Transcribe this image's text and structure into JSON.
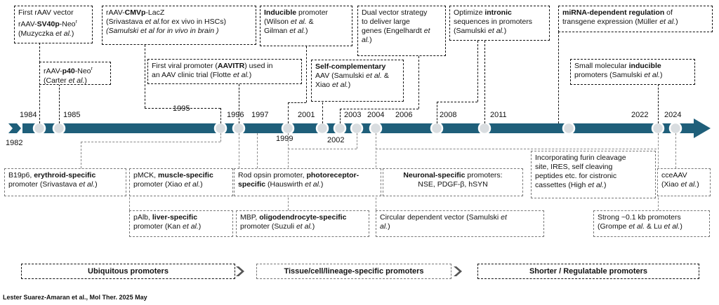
{
  "timeline": {
    "colors": {
      "bar": "#1f5f7a",
      "node_fill": "#d9dde0",
      "node_stroke": "#ffffff"
    },
    "years": [
      "1982",
      "1984",
      "1985",
      "1995",
      "1996",
      "1997",
      "1999",
      "2001",
      "2002",
      "2003",
      "2004",
      "2006",
      "2008",
      "2011",
      "2022",
      "2024"
    ]
  },
  "top_boxes": [
    {
      "id": "t1",
      "parts": [
        [
          "",
          "First rAAV vector\nrAAV-"
        ],
        [
          "b",
          "SV40p"
        ],
        [
          "",
          "-Neo"
        ],
        [
          "sup",
          "r"
        ],
        [
          "",
          "\n(Muzyczka "
        ],
        [
          "i",
          "et al."
        ],
        [
          "",
          ")"
        ]
      ]
    },
    {
      "id": "t2",
      "parts": [
        [
          "",
          "rAAV-"
        ],
        [
          "b",
          "p40"
        ],
        [
          "",
          "-Neo"
        ],
        [
          "sup",
          "r"
        ],
        [
          "",
          "\n(Carter "
        ],
        [
          "i",
          "et al."
        ],
        [
          "",
          ")"
        ]
      ]
    },
    {
      "id": "t3",
      "parts": [
        [
          "",
          "rAAV-"
        ],
        [
          "b",
          "CMVp"
        ],
        [
          "",
          "-LacZ\n(Srivastava "
        ],
        [
          "i",
          "et al."
        ],
        [
          "",
          "for ex vivo in HSCs)\n"
        ],
        [
          "i",
          "(Samulski et al for in vivo in brain )"
        ]
      ]
    },
    {
      "id": "t4",
      "parts": [
        [
          "",
          "First viral promoter ("
        ],
        [
          "b",
          "AAVITR"
        ],
        [
          "",
          ") used in\nan AAV clinic trial (Flotte "
        ],
        [
          "i",
          "et al."
        ],
        [
          "",
          ")"
        ]
      ]
    },
    {
      "id": "t5",
      "parts": [
        [
          "b",
          "Inducible"
        ],
        [
          "",
          " promoter\n(Wilson "
        ],
        [
          "i",
          "et al."
        ],
        [
          "",
          " &\nGilman "
        ],
        [
          "i",
          "et al."
        ],
        [
          "",
          ")"
        ]
      ]
    },
    {
      "id": "t6",
      "parts": [
        [
          "b",
          "Self-complementary"
        ],
        [
          "",
          "\nAAV (Samulski "
        ],
        [
          "i",
          "et al."
        ],
        [
          "",
          " &\nXiao "
        ],
        [
          "i",
          "et al."
        ],
        [
          "",
          ")"
        ]
      ]
    },
    {
      "id": "t7",
      "parts": [
        [
          "",
          "Dual vector strategy\nto deliver large\ngenes (Engelhardt "
        ],
        [
          "i",
          "et\nal."
        ],
        [
          "",
          ")"
        ]
      ]
    },
    {
      "id": "t8",
      "parts": [
        [
          "",
          "Optimize "
        ],
        [
          "b",
          "intronic"
        ],
        [
          "",
          "\nsequences in promoters\n(Samulski "
        ],
        [
          "i",
          "et al."
        ],
        [
          "",
          ")"
        ]
      ]
    },
    {
      "id": "t9",
      "parts": [
        [
          "b",
          "miRNA-dependent regulation"
        ],
        [
          "",
          " of\ntransgene expression (Müller "
        ],
        [
          "i",
          "et al."
        ],
        [
          "",
          ")"
        ]
      ]
    },
    {
      "id": "t10",
      "parts": [
        [
          "",
          "Small molecular "
        ],
        [
          "b",
          "inducible"
        ],
        [
          "",
          "\npromoters (Samulski "
        ],
        [
          "i",
          "et al."
        ],
        [
          "",
          ")"
        ]
      ]
    }
  ],
  "bottom_boxes": [
    {
      "id": "b1",
      "parts": [
        [
          "",
          "B19p6, "
        ],
        [
          "b",
          "erythroid-specific"
        ],
        [
          "",
          "\npromoter (Srivastava "
        ],
        [
          "i",
          "et al."
        ],
        [
          "",
          ")"
        ]
      ]
    },
    {
      "id": "b2",
      "parts": [
        [
          "",
          "pMCK, "
        ],
        [
          "b",
          "muscle-specific"
        ],
        [
          "",
          "\npromoter (Xiao "
        ],
        [
          "i",
          "et al."
        ],
        [
          "",
          ")"
        ]
      ]
    },
    {
      "id": "b3",
      "parts": [
        [
          "",
          "pAlb, "
        ],
        [
          "b",
          "liver-specific"
        ],
        [
          "",
          "\npromoter (Kan "
        ],
        [
          "i",
          "et al."
        ],
        [
          "",
          ")"
        ]
      ]
    },
    {
      "id": "b4",
      "parts": [
        [
          "",
          "Rod opsin promoter, "
        ],
        [
          "b",
          "photoreceptor-\nspecific"
        ],
        [
          "",
          " (Hauswirth "
        ],
        [
          "i",
          "et al."
        ],
        [
          "",
          ")"
        ]
      ]
    },
    {
      "id": "b5",
      "parts": [
        [
          "",
          "MBP, "
        ],
        [
          "b",
          "oligodendrocyte-specific"
        ],
        [
          "",
          "\npromoter (Suzuli "
        ],
        [
          "i",
          "et al."
        ],
        [
          "",
          ")"
        ]
      ]
    },
    {
      "id": "b6",
      "parts": [
        [
          "b",
          "Neuronal-specific"
        ],
        [
          "",
          " promoters:\nNSE, PDGF-β, hSYN"
        ]
      ]
    },
    {
      "id": "b7",
      "parts": [
        [
          "",
          "Circular dependent vector (Samulski "
        ],
        [
          "i",
          "et\nal."
        ],
        [
          "",
          ")"
        ]
      ]
    },
    {
      "id": "b8",
      "parts": [
        [
          "",
          "Incorporating furin cleavage\nsite, IRES, self cleaving\npeptides etc. for cistronic\ncassettes (High "
        ],
        [
          "i",
          "et al."
        ],
        [
          "",
          ")"
        ]
      ]
    },
    {
      "id": "b9",
      "parts": [
        [
          "",
          "cceAAV\n(Xiao "
        ],
        [
          "i",
          "et al."
        ],
        [
          "",
          ")"
        ]
      ]
    },
    {
      "id": "b10",
      "parts": [
        [
          "",
          "Strong ~0.1 kb promoters\n(Grompe "
        ],
        [
          "i",
          "et al."
        ],
        [
          "",
          " & Lu "
        ],
        [
          "i",
          "et al."
        ],
        [
          "",
          ")"
        ]
      ]
    }
  ],
  "phases": {
    "p1": "Ubiquitous promoters",
    "p2": "Tissue/cell/lineage-specific promoters",
    "p3": "Shorter / Regulatable promoters"
  },
  "footer": "Lester Suarez-Amaran et al., Mol Ther. 2025 May"
}
